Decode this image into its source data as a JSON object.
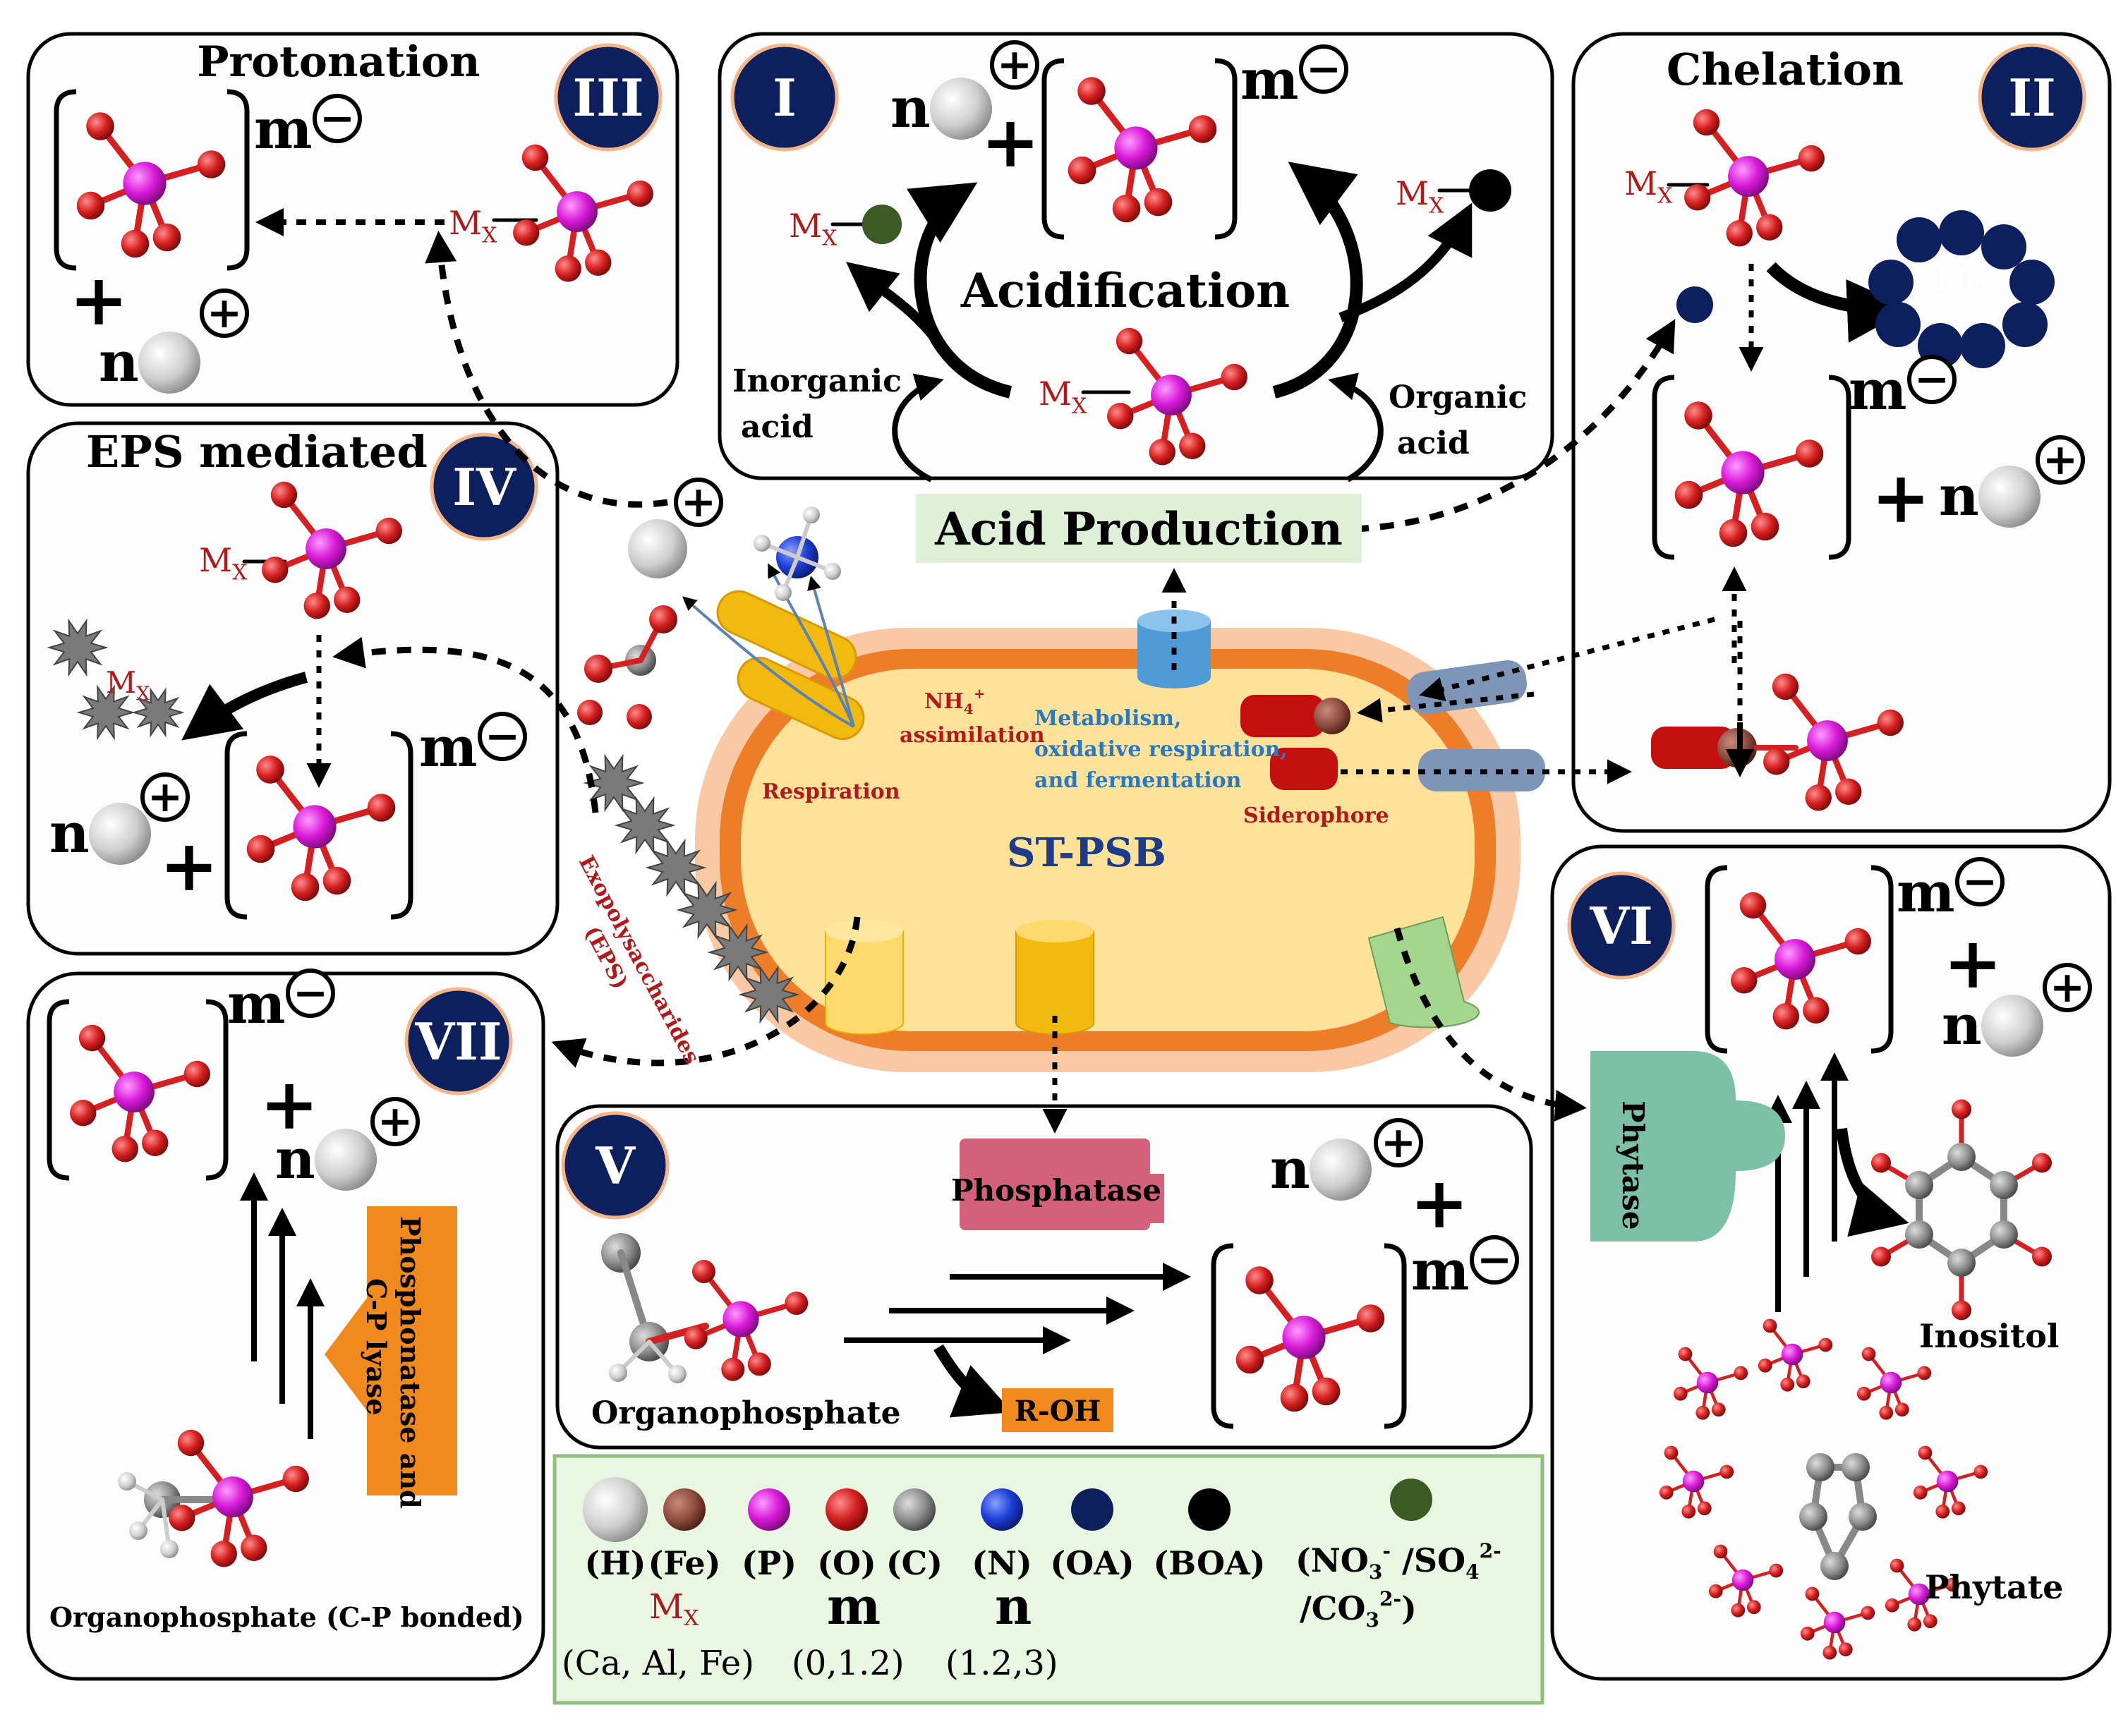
{
  "panels": {
    "protonation": {
      "numeral": "III",
      "title": "Protonation"
    },
    "acidification": {
      "numeral": "I",
      "title": "Acidification",
      "inorganic_line1": "Inorganic",
      "inorganic_line2": "acid",
      "organic_line1": "Organic",
      "organic_line2": "acid"
    },
    "chelation": {
      "numeral": "II",
      "title": "Chelation"
    },
    "eps": {
      "numeral": "IV",
      "title": "EPS mediated"
    },
    "organophosphate": {
      "numeral": "V",
      "substrate": "Organophosphate",
      "enzyme": "Phosphatase",
      "product": "R-OH"
    },
    "phytate": {
      "numeral": "VI",
      "enzyme": "Phytase",
      "product": "Inositol",
      "substrate": "Phytate"
    },
    "cp_bonded": {
      "numeral": "VII",
      "enzyme_line1": "Phosphonatase and",
      "enzyme_line2": "C-P lyase",
      "substrate": "Organophosphate (C-P bonded)"
    }
  },
  "symbols": {
    "m": "m",
    "n": "n",
    "mx": "M",
    "mx_sub": "X",
    "plus": "+",
    "minus": "−"
  },
  "center": {
    "acid_production": "Acid Production",
    "cell_name": "ST-PSB",
    "respiration": "Respiration",
    "nh4_main": "NH",
    "nh4_sub": "4",
    "nh4_sup": "+",
    "nh4_line2": "assimilation",
    "metabolism": [
      "Metabolism,",
      "oxidative respiration,",
      "and fermentation"
    ],
    "siderophore": "Siderophore",
    "eps_line1": "Exopolysaccharides",
    "eps_line2": "(EPS)"
  },
  "legend": {
    "items": [
      {
        "label": "(H)",
        "color": "#d8d8d8"
      },
      {
        "label": "(Fe)",
        "color": "#8b4a3c"
      },
      {
        "label": "(P)",
        "color": "#d81ad8"
      },
      {
        "label": "(O)",
        "color": "#d42020"
      },
      {
        "label": "(C)",
        "color": "#8a8a8a"
      },
      {
        "label": "(N)",
        "color": "#1d3fd6"
      },
      {
        "label": "(OA)",
        "color": "#0d1f5c"
      },
      {
        "label": "(BOA)",
        "color": "#000000"
      }
    ],
    "anion_line1": "(NO",
    "anion_s1": "3",
    "anion_sup1": "-",
    "anion_mid": " /SO",
    "anion_s2": "4",
    "anion_sup2": "2-",
    "anion_line2a": "/CO",
    "anion_s3": "3",
    "anion_sup3": "2-",
    "anion_end": ")",
    "anion_color": "#3b5a24",
    "mx_values": "(Ca, Al, Fe)",
    "m_values": "(0,1.2)",
    "n_values": "(1.2,3)"
  },
  "colors": {
    "phosphorus": "#d81ad8",
    "oxygen": "#d42020",
    "navy": "#0d1f5c",
    "mx_red": "#b11a1a",
    "acid_box": "#dff0d8",
    "phosphatase": "#d4607c",
    "phytase": "#7cc0a8",
    "orange_enzyme": "#f08a1c"
  }
}
